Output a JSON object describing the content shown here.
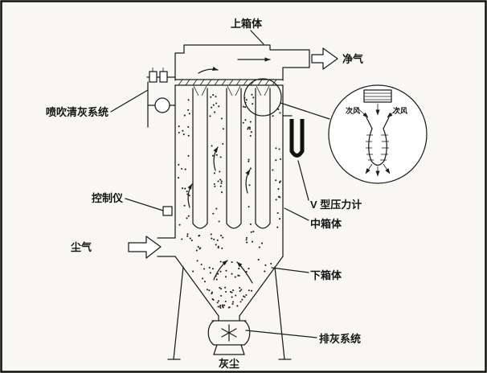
{
  "diagram": {
    "type": "pulse-jet-bag-filter-schematic",
    "colors": {
      "background": "#f8f7f3",
      "line": "#1c1c1c"
    },
    "labels": {
      "upper_box": "上箱体",
      "clean_gas": "净气",
      "pulse_cleaning_system": "喷吹清灰系统",
      "controller": "控制仪",
      "dusty_gas": "尘气",
      "v_type_manometer": "V 型压力计",
      "middle_box": "中箱体",
      "lower_box": "下箱体",
      "ash_discharge_system": "排灰系统",
      "dust": "灰尘",
      "inset": {
        "secondary_air_left": "次风",
        "secondary_air_right": "次风"
      }
    }
  }
}
